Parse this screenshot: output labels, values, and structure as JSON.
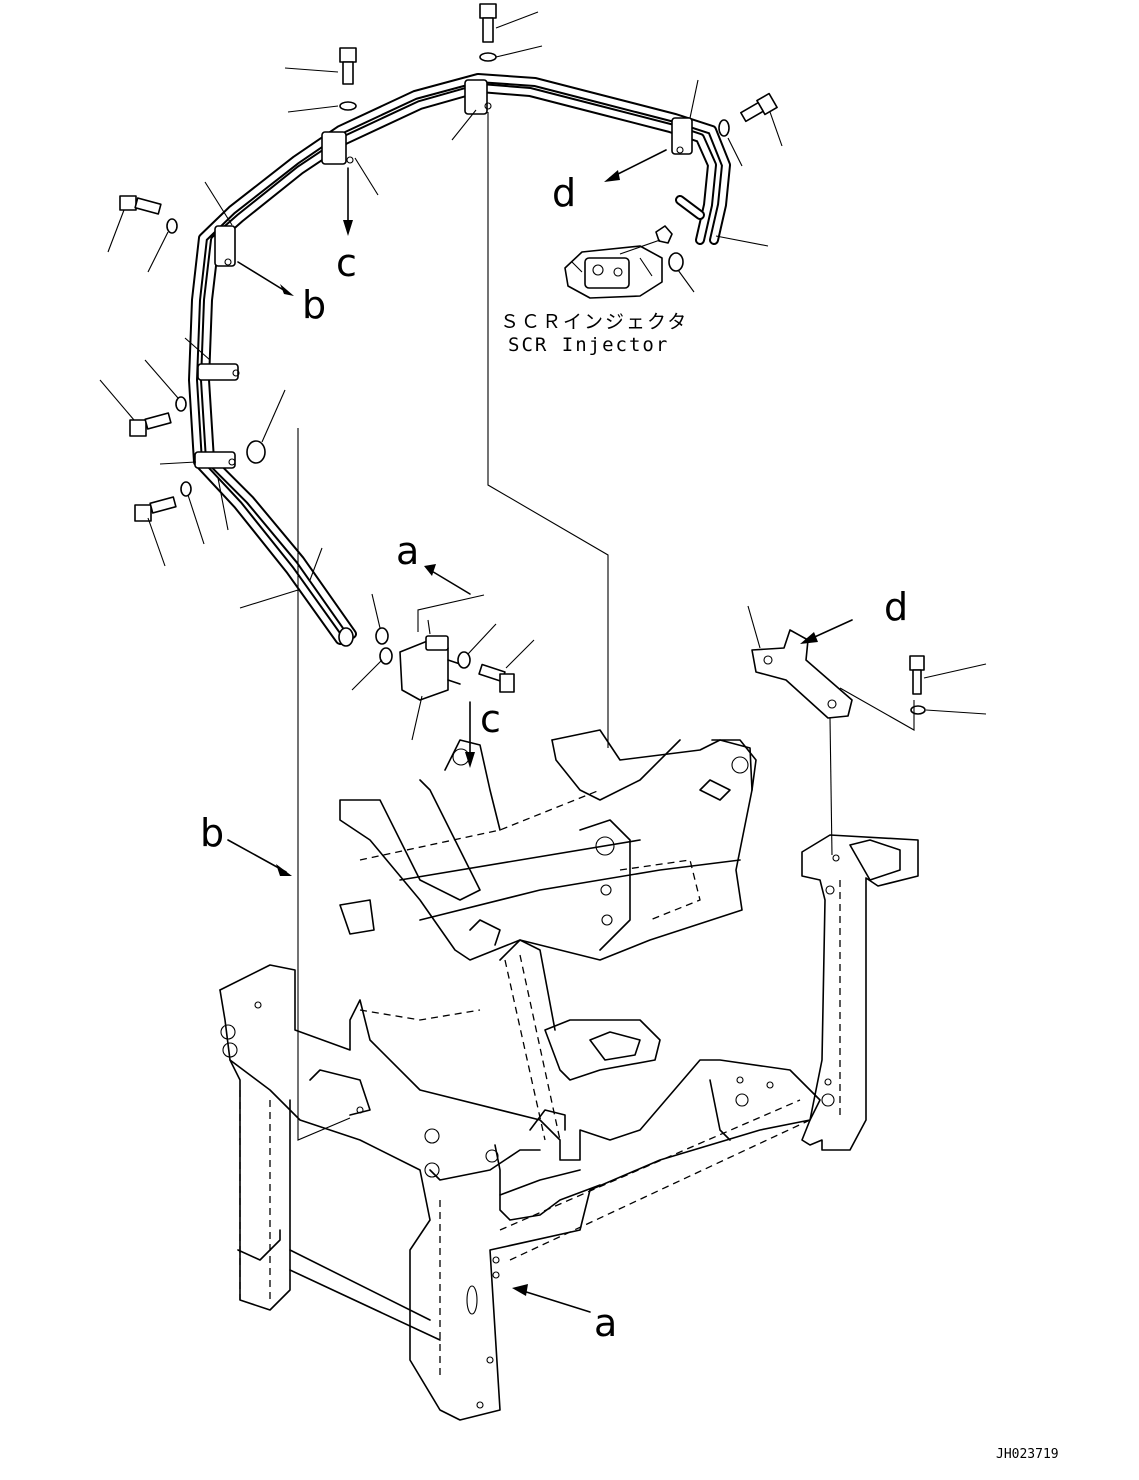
{
  "caption": {
    "jp": "ＳＣＲインジェクタ",
    "en": "SCR Injector"
  },
  "drawing_code": "JH023719",
  "refs": {
    "a": "a",
    "b": "b",
    "c": "c",
    "d": "d"
  }
}
